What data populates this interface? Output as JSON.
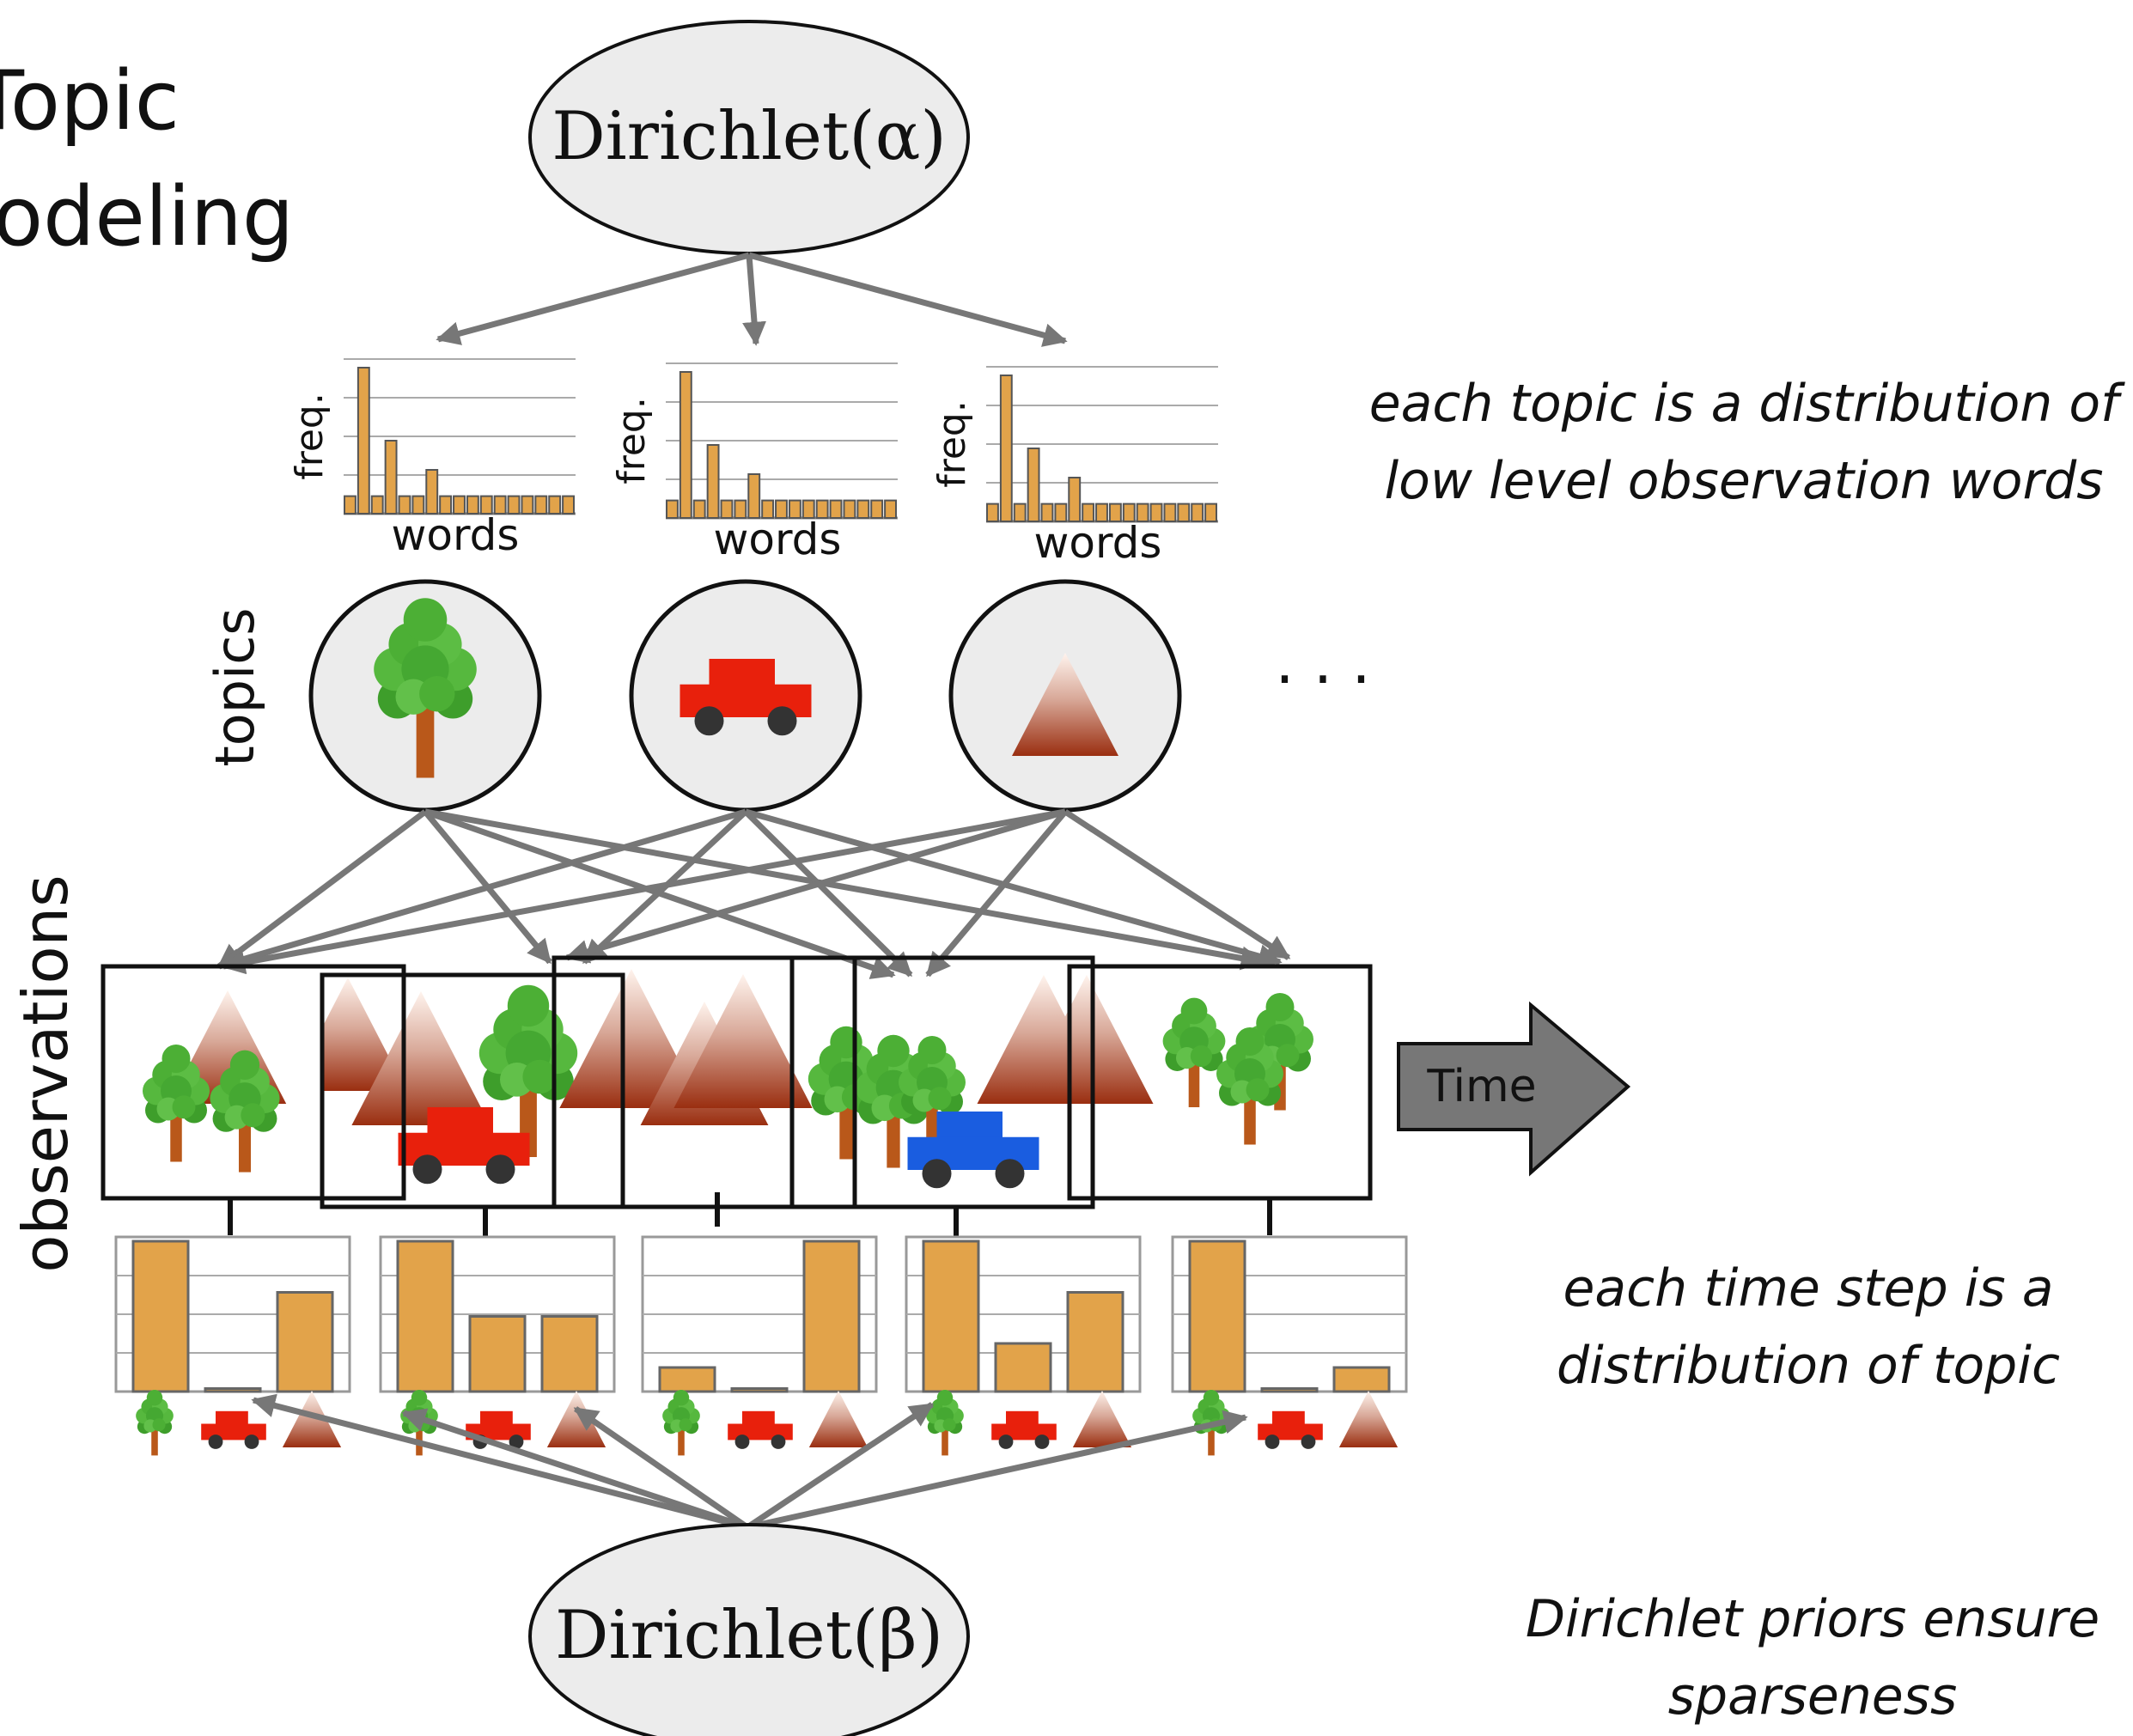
{
  "title": {
    "line1": "Topic",
    "line2": "odeling"
  },
  "priors": {
    "alpha": "Dirichlet(α)",
    "beta": "Dirichlet(β)"
  },
  "notes": {
    "topic_note": [
      "each topic is a distribution of",
      "low level observation words"
    ],
    "time_note": [
      "each time step is a",
      "distribution of topic"
    ],
    "prior_note": [
      "Dirichlet priors ensure",
      "sparseness"
    ]
  },
  "labels": {
    "freq": "freq.",
    "words": "words",
    "topics": "topics",
    "observations": "observations",
    "ellipsis": "· · ·",
    "time": "Time"
  },
  "topics": [
    {
      "name": "tree",
      "icon": "tree-icon"
    },
    {
      "name": "car",
      "icon": "car-icon"
    },
    {
      "name": "mountain",
      "icon": "mountain-icon"
    }
  ],
  "word_histogram_values": [
    0.12,
    1.0,
    0.12,
    0.5,
    0.12,
    0.12,
    0.3,
    0.12,
    0.12,
    0.12,
    0.12,
    0.12,
    0.12,
    0.12,
    0.12,
    0.12,
    0.12
  ],
  "time_step_distributions": [
    [
      1.0,
      0.02,
      0.66
    ],
    [
      1.0,
      0.5,
      0.5
    ],
    [
      0.16,
      0.02,
      1.0
    ],
    [
      1.0,
      0.32,
      0.66
    ],
    [
      1.0,
      0.02,
      0.16
    ]
  ],
  "colors": {
    "bar": "#e2a34a",
    "node_fill": "#ececec",
    "arrow": "#777777",
    "car_red": "#e8200c",
    "car_blue": "#1a5de0",
    "tree_green": "#4caf35",
    "mountain_brown": "#9a2e10"
  }
}
